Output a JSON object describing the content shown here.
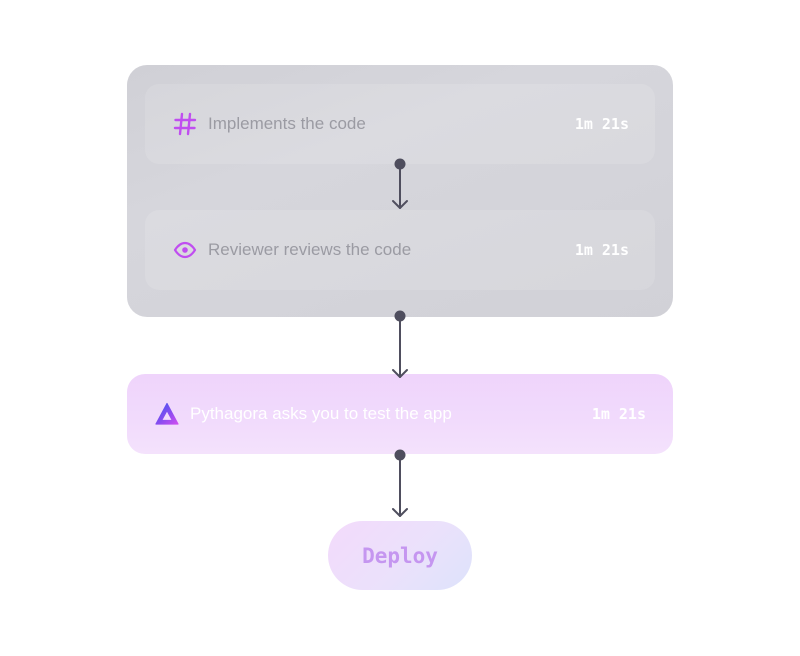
{
  "steps": [
    {
      "label": "Implements the code",
      "time": "1m 21s",
      "icon": "hash-icon"
    },
    {
      "label": "Reviewer reviews the code",
      "time": "1m 21s",
      "icon": "eye-icon"
    }
  ],
  "ask": {
    "label": "Pythagora asks you to test the app",
    "time": "1m 21s",
    "icon": "pythagora-logo-icon"
  },
  "deploy": {
    "label": "Deploy"
  },
  "colors": {
    "accent": "#c04ef0",
    "connector": "#4f4e5e",
    "group_bg": "#d3d3d9",
    "ask_bg": "#f0d7fb",
    "deploy_text": "#c596f0"
  }
}
